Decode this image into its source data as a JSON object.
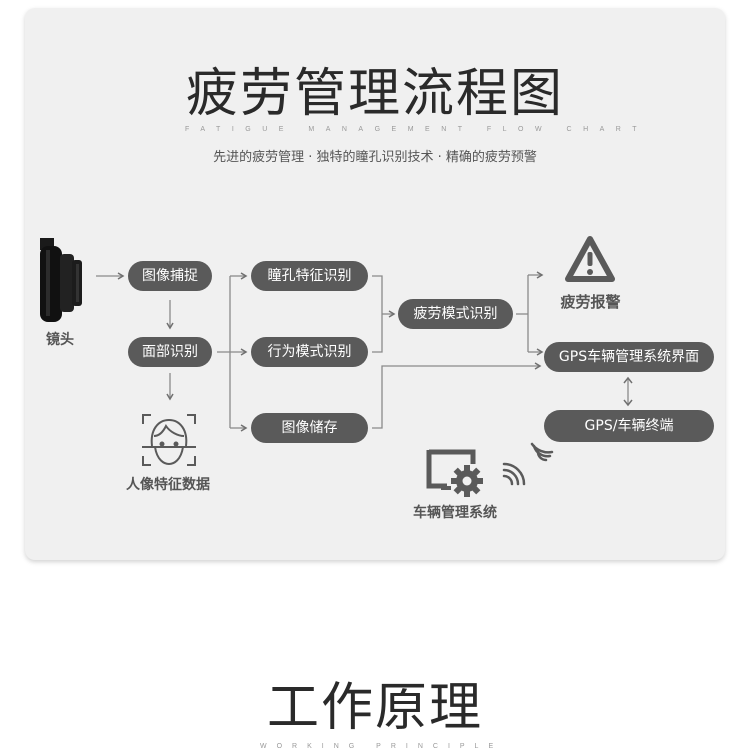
{
  "header": {
    "title": "疲劳管理流程图",
    "subtitle_en": "FATIGUE MANAGEMENT FLOW CHART",
    "tagline": "先进的疲劳管理 · 独特的瞳孔识别技术 · 精确的疲劳预警"
  },
  "diagram": {
    "colors": {
      "panel_bg": "#f0f0f0",
      "pill_bg": "#5a5a5a",
      "pill_text": "#ffffff",
      "connector": "#8a8a8a",
      "label_text": "#555555"
    },
    "nodes": {
      "camera_label": "镜头",
      "image_capture": "图像捕捉",
      "face_recognition": "面部识别",
      "face_data_label": "人像特征数据",
      "pupil_recognition": "瞳孔特征识别",
      "behavior_recognition": "行为模式识别",
      "image_storage": "图像储存",
      "fatigue_pattern": "疲劳模式识别",
      "fatigue_alarm_label": "疲劳报警",
      "gps_interface": "GPS车辆管理系统界面",
      "gps_terminal": "GPS/车辆终端",
      "vehicle_system_label": "车辆管理系统"
    },
    "icons": {
      "camera": "camera-lens-icon",
      "face_scan": "face-scan-icon",
      "warning": "warning-triangle-icon",
      "system_gear": "monitor-gear-icon",
      "wireless": "wireless-signal-icon"
    }
  },
  "section2": {
    "title": "工作原理",
    "subtitle_en": "WORKING PRINCIPLE"
  }
}
